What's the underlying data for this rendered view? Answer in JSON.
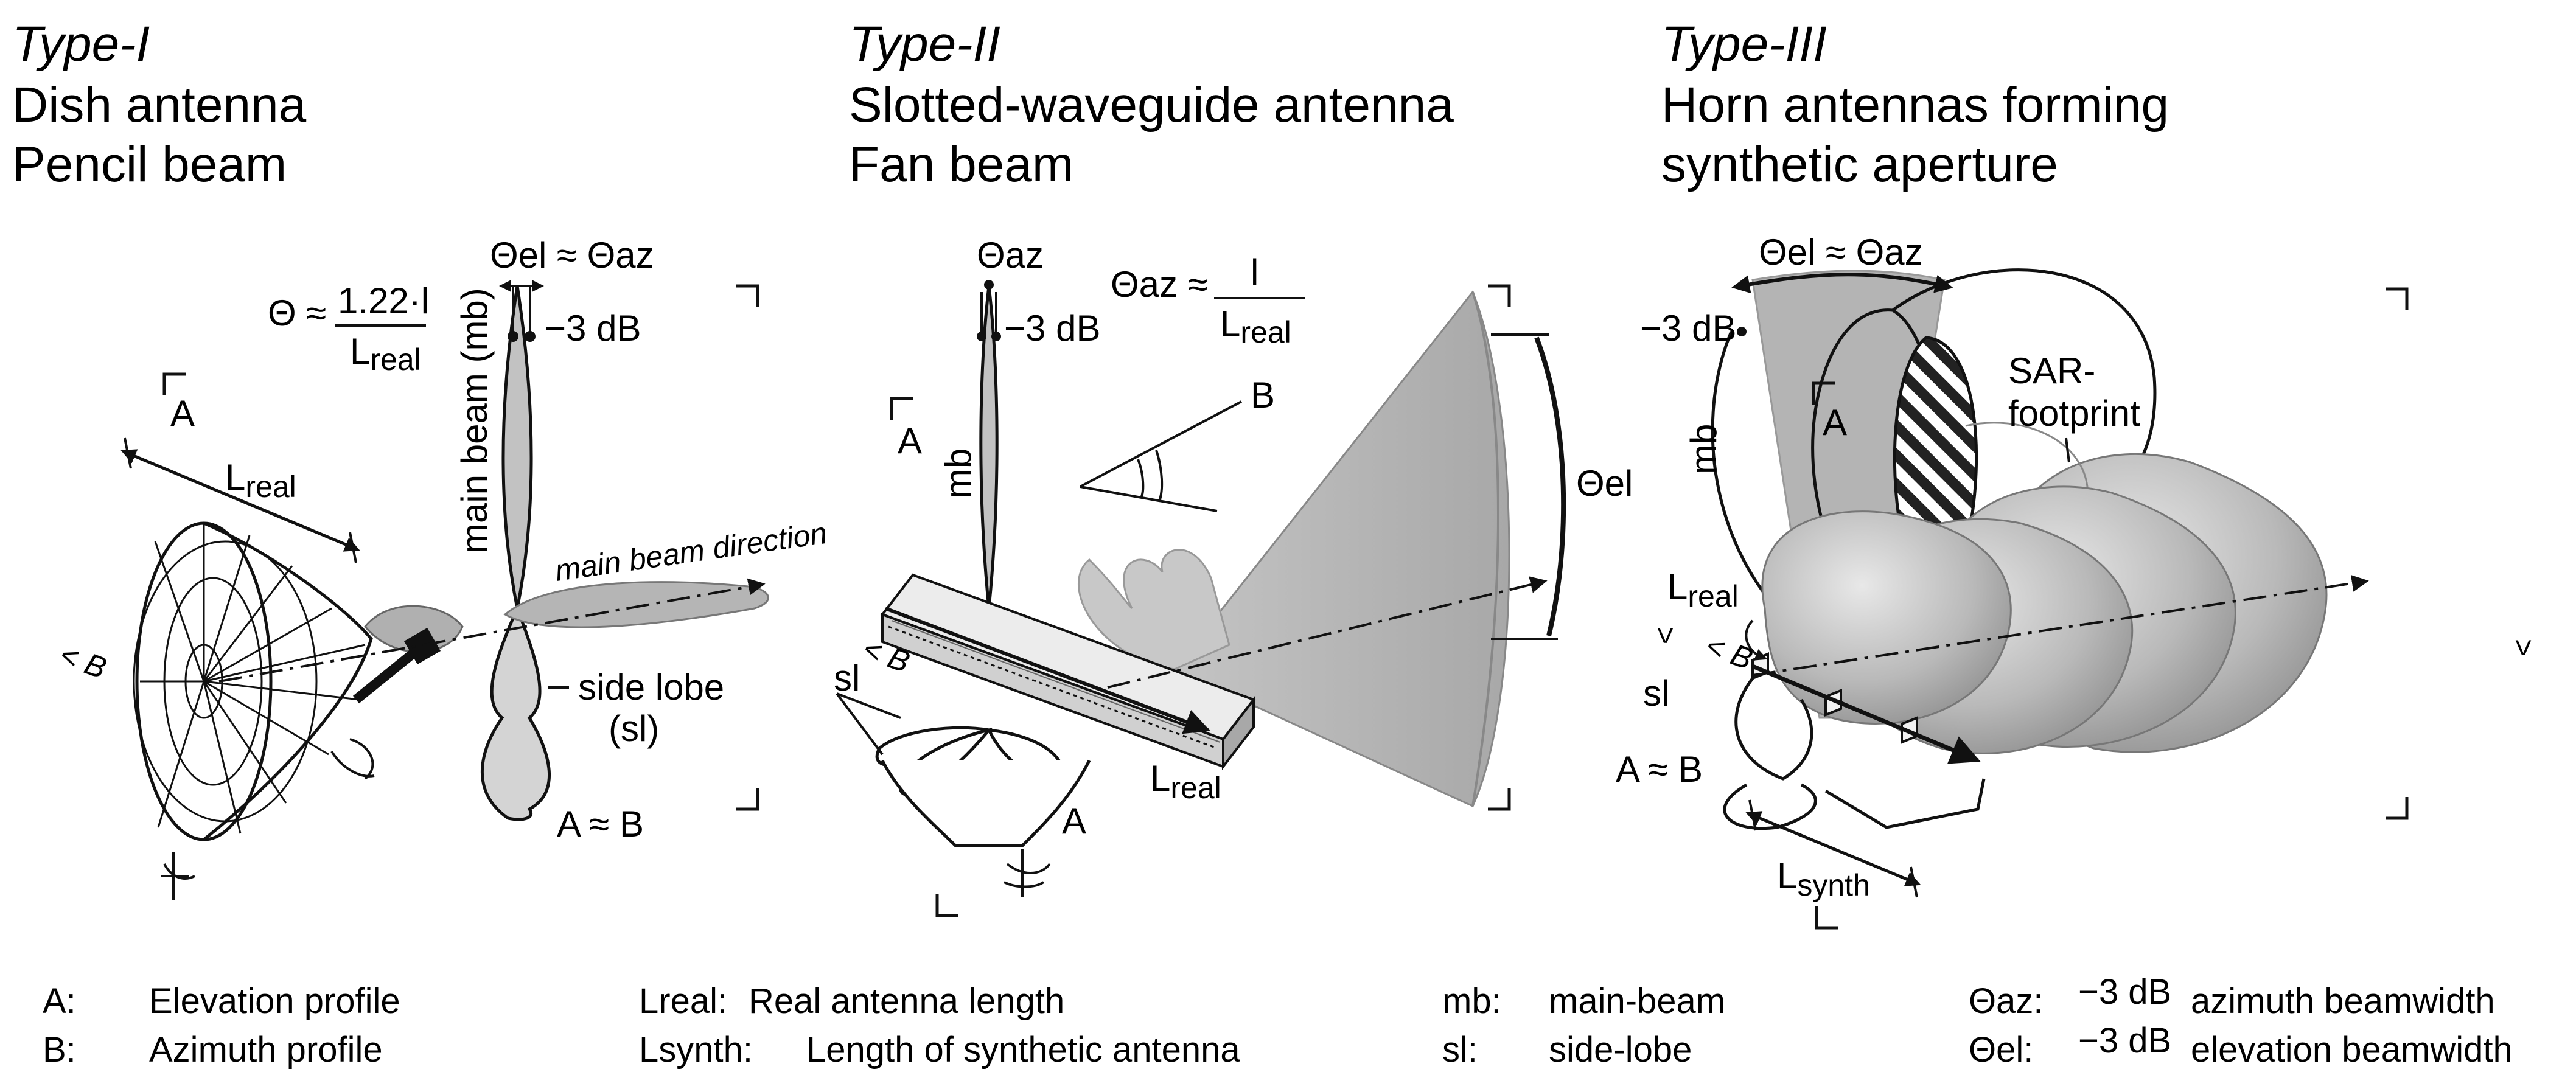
{
  "panels": [
    {
      "type": "Type-I",
      "line1": "Dish antenna",
      "line2": "Pencil beam"
    },
    {
      "type": "Type-II",
      "line1": "Slotted-waveguide antenna",
      "line2": "Fan beam"
    },
    {
      "type": "Type-III",
      "line1": "Horn antennas forming",
      "line2": "synthetic aperture"
    }
  ],
  "panel1": {
    "theta_formula_lhs": "Θ ≈",
    "theta_formula_num": "1.22·l",
    "theta_formula_den": "L",
    "theta_formula_den_sub": "real",
    "theta_eq": "Θel ≈ Θaz",
    "minus3db": "−3 dB",
    "label_a": "A",
    "label_b": "B",
    "lreal": "L",
    "lreal_sub": "real",
    "main_beam_mb": "main beam (mb)",
    "main_beam_direction": "main beam direction",
    "side_lobe_1": "side lobe",
    "side_lobe_2": "(sl)",
    "a_approx_b": "A ≈ B"
  },
  "panel2": {
    "theta_az": "Θaz",
    "minus3db": "−3 dB",
    "theta_formula_lhs": "Θaz ≈",
    "theta_formula_num": "l",
    "theta_formula_den": "L",
    "theta_formula_den_sub": "real",
    "label_a_top": "A",
    "label_b": "B",
    "label_b_side": "B",
    "mb": "mb",
    "theta_el": "Θel",
    "sl": "sl",
    "label_a_bottom": "A",
    "lreal": "L",
    "lreal_sub": "real"
  },
  "panel3": {
    "theta_eq": "Θel ≈ Θaz",
    "minus3db": "−3 dB",
    "label_a": "A",
    "sar_footprint_1": "SAR-",
    "sar_footprint_2": "footprint",
    "mb": "mb",
    "lreal": "L",
    "lreal_sub": "real",
    "label_b_side": "B",
    "sl": "sl",
    "a_approx_b": "A ≈ B",
    "lsynth": "L",
    "lsynth_sub": "synth"
  },
  "legend": [
    {
      "key": "A:",
      "text": "Elevation profile"
    },
    {
      "key": "B:",
      "text": "Azimuth profile"
    },
    {
      "key": "Lreal:",
      "text": "Real antenna length"
    },
    {
      "key": "Lsynth:",
      "text": "Length of synthetic antenna"
    },
    {
      "key": "mb:",
      "text": "main-beam"
    },
    {
      "key": "sl:",
      "text": "side-lobe"
    },
    {
      "key": "Θaz:",
      "db": "−3 dB",
      "text": "azimuth beamwidth"
    },
    {
      "key": "Θel:",
      "db": "−3 dB",
      "text": "elevation beamwidth"
    }
  ]
}
